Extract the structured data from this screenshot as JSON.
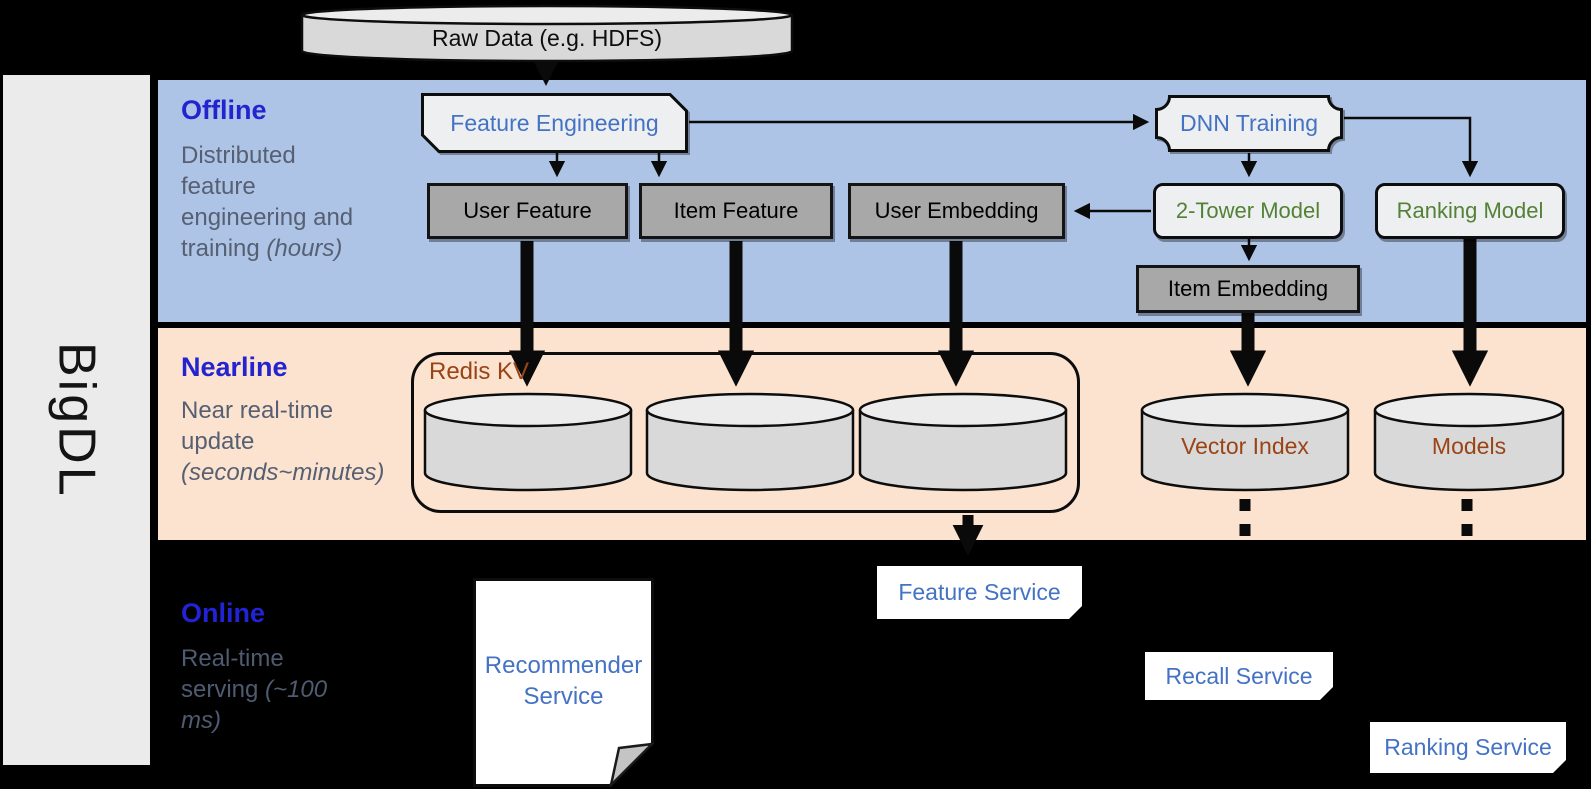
{
  "brand": {
    "label": "BigDL"
  },
  "source": {
    "raw_data_label": "Raw Data (e.g. HDFS)"
  },
  "sections": {
    "offline": {
      "title": "Offline",
      "description": "Distributed feature engineering and training",
      "description_italic": "(hours)"
    },
    "nearline": {
      "title": "Nearline",
      "description": "Near real-time update",
      "description_italic": "(seconds~minutes)"
    },
    "online": {
      "title": "Online",
      "description": "Real-time serving",
      "description_italic": "(~100 ms)"
    }
  },
  "offline": {
    "feature_engineering": "Feature Engineering",
    "dnn_training": "DNN Training",
    "user_feature": "User Feature",
    "item_feature": "Item Feature",
    "user_embedding": "User Embedding",
    "two_tower_model": "2-Tower Model",
    "ranking_model": "Ranking Model",
    "item_embedding": "Item Embedding"
  },
  "nearline": {
    "redis_kv": "Redis KV",
    "vector_index": "Vector Index",
    "models": "Models"
  },
  "online": {
    "recommender_service": "Recommender Service",
    "feature_service": "Feature Service",
    "recall_service": "Recall Service",
    "ranking_service": "Ranking Service"
  },
  "colors": {
    "canvas_bg": "#000000",
    "offline_bg": "#aec4e6",
    "nearline_bg": "#fbe3d0",
    "sidebar_bg": "#ebebeb",
    "section_title_blue": "#2323cf",
    "description_gray": "#566072",
    "process_text_blue": "#4472c4",
    "model_text_green": "#538135",
    "storage_text_brown": "#9a4416",
    "data_box_gray": "#a8a8a8",
    "shape_fill": "#edeff1",
    "cylinder_fill": "#d9d9d9"
  }
}
